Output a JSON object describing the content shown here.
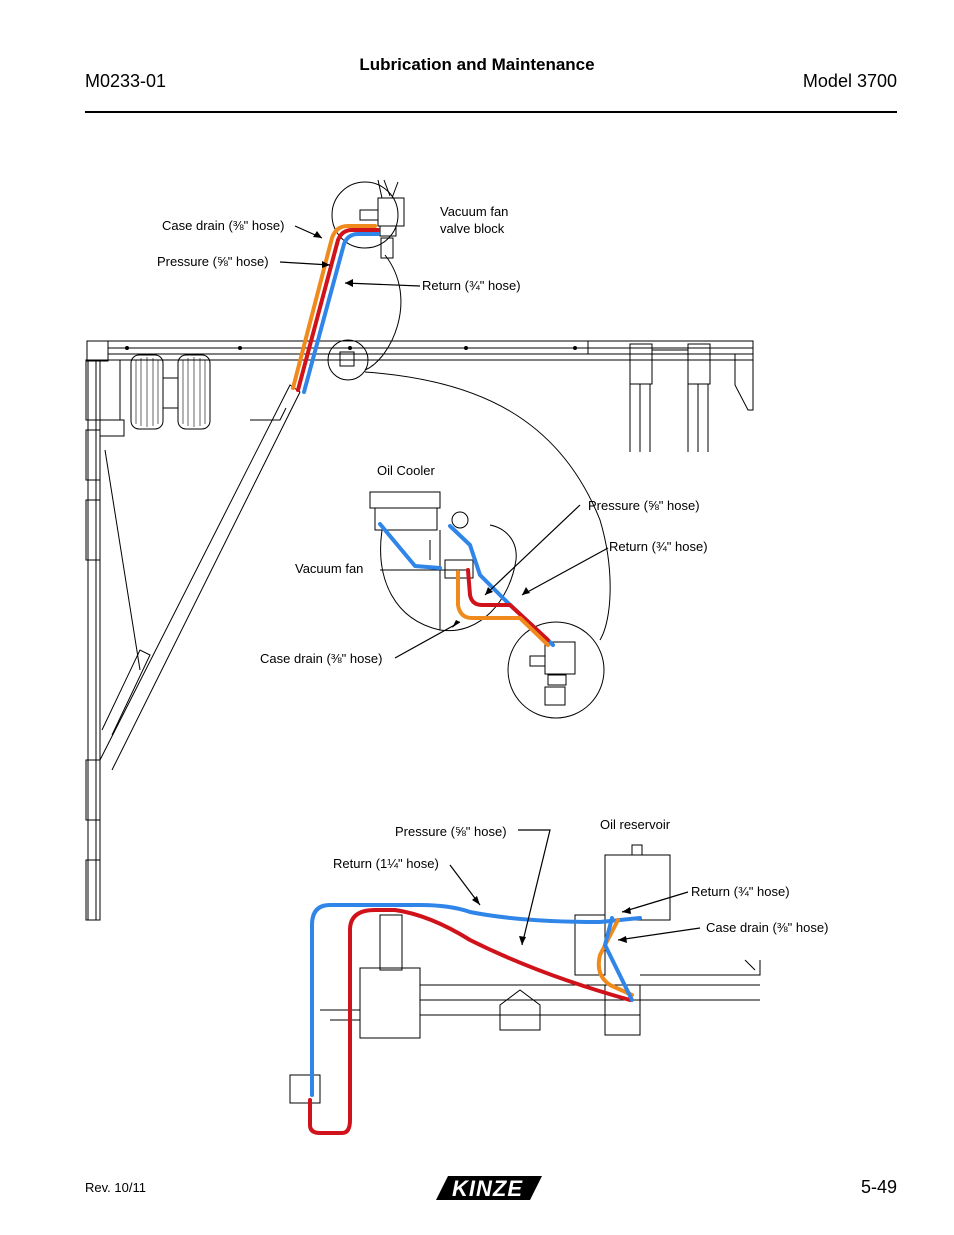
{
  "header": {
    "doc_number": "M0233-01",
    "section_title": "Lubrication and Maintenance",
    "model": "Model 3700"
  },
  "footer": {
    "revision": "Rev. 10/11",
    "page_number": "5-49",
    "logo_text": "KINZE"
  },
  "labels": {
    "top_case_drain": "Case drain (⅜\" hose)",
    "top_pressure": "Pressure (⅝\" hose)",
    "top_return": "Return (¾\" hose)",
    "vacuum_fan_valve_block_1": "Vacuum fan",
    "vacuum_fan_valve_block_2": "valve block",
    "oil_cooler": "Oil Cooler",
    "mid_pressure": "Pressure (⅝\" hose)",
    "mid_return": "Return (¾\" hose)",
    "vacuum_fan": "Vacuum fan",
    "mid_case_drain": "Case drain (⅜\" hose)",
    "bot_pressure": "Pressure (⅝\" hose)",
    "oil_reservoir": "Oil reservoir",
    "bot_return_large": "Return (1¼\" hose)",
    "bot_return": "Return (¾\" hose)",
    "bot_case_drain": "Case drain (⅜\" hose)"
  },
  "colors": {
    "case_drain": "#f08a1c",
    "pressure": "#d0121b",
    "return": "#2f86e8"
  }
}
